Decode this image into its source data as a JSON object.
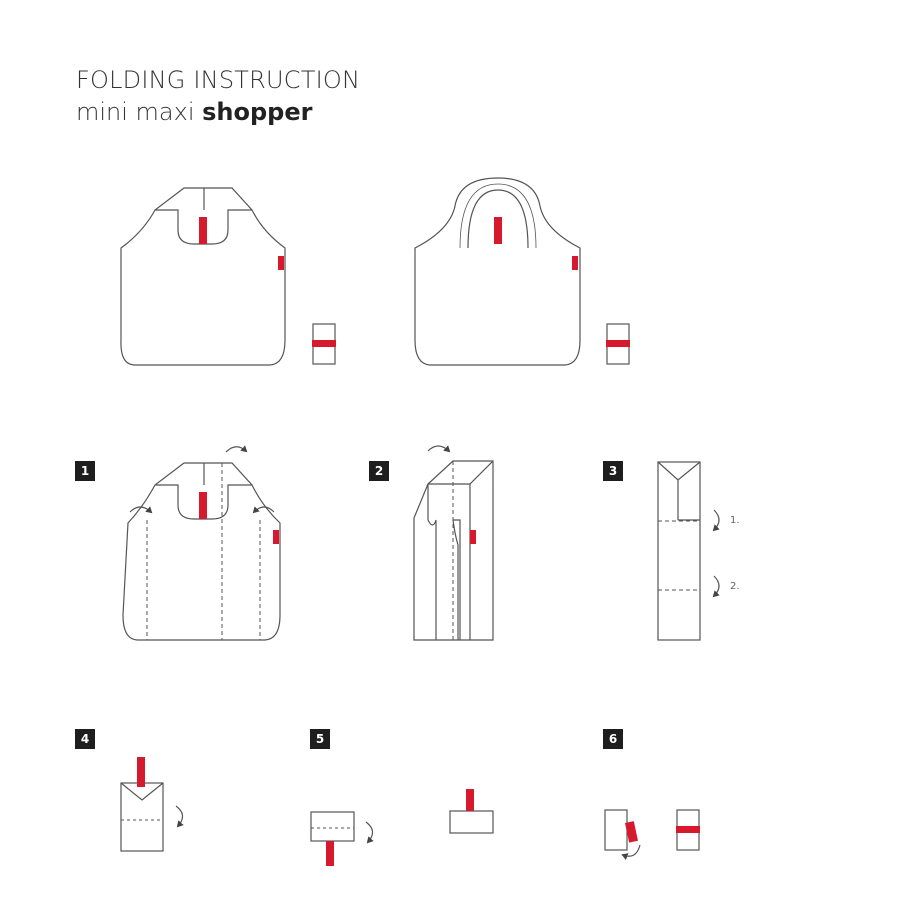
{
  "header": {
    "title": "FOLDING INSTRUCTION",
    "subtitle_light": "mini maxi ",
    "subtitle_bold": "shopper"
  },
  "colors": {
    "outline": "#555555",
    "strap": "#d7192d",
    "badge": "#1e1e1e"
  },
  "steps": [
    {
      "number": "1"
    },
    {
      "number": "2"
    },
    {
      "number": "3",
      "labels": [
        "1.",
        "2."
      ]
    },
    {
      "number": "4"
    },
    {
      "number": "5"
    },
    {
      "number": "6"
    }
  ],
  "icons": [
    "fold-arrow-icon",
    "brand-strap-icon"
  ]
}
